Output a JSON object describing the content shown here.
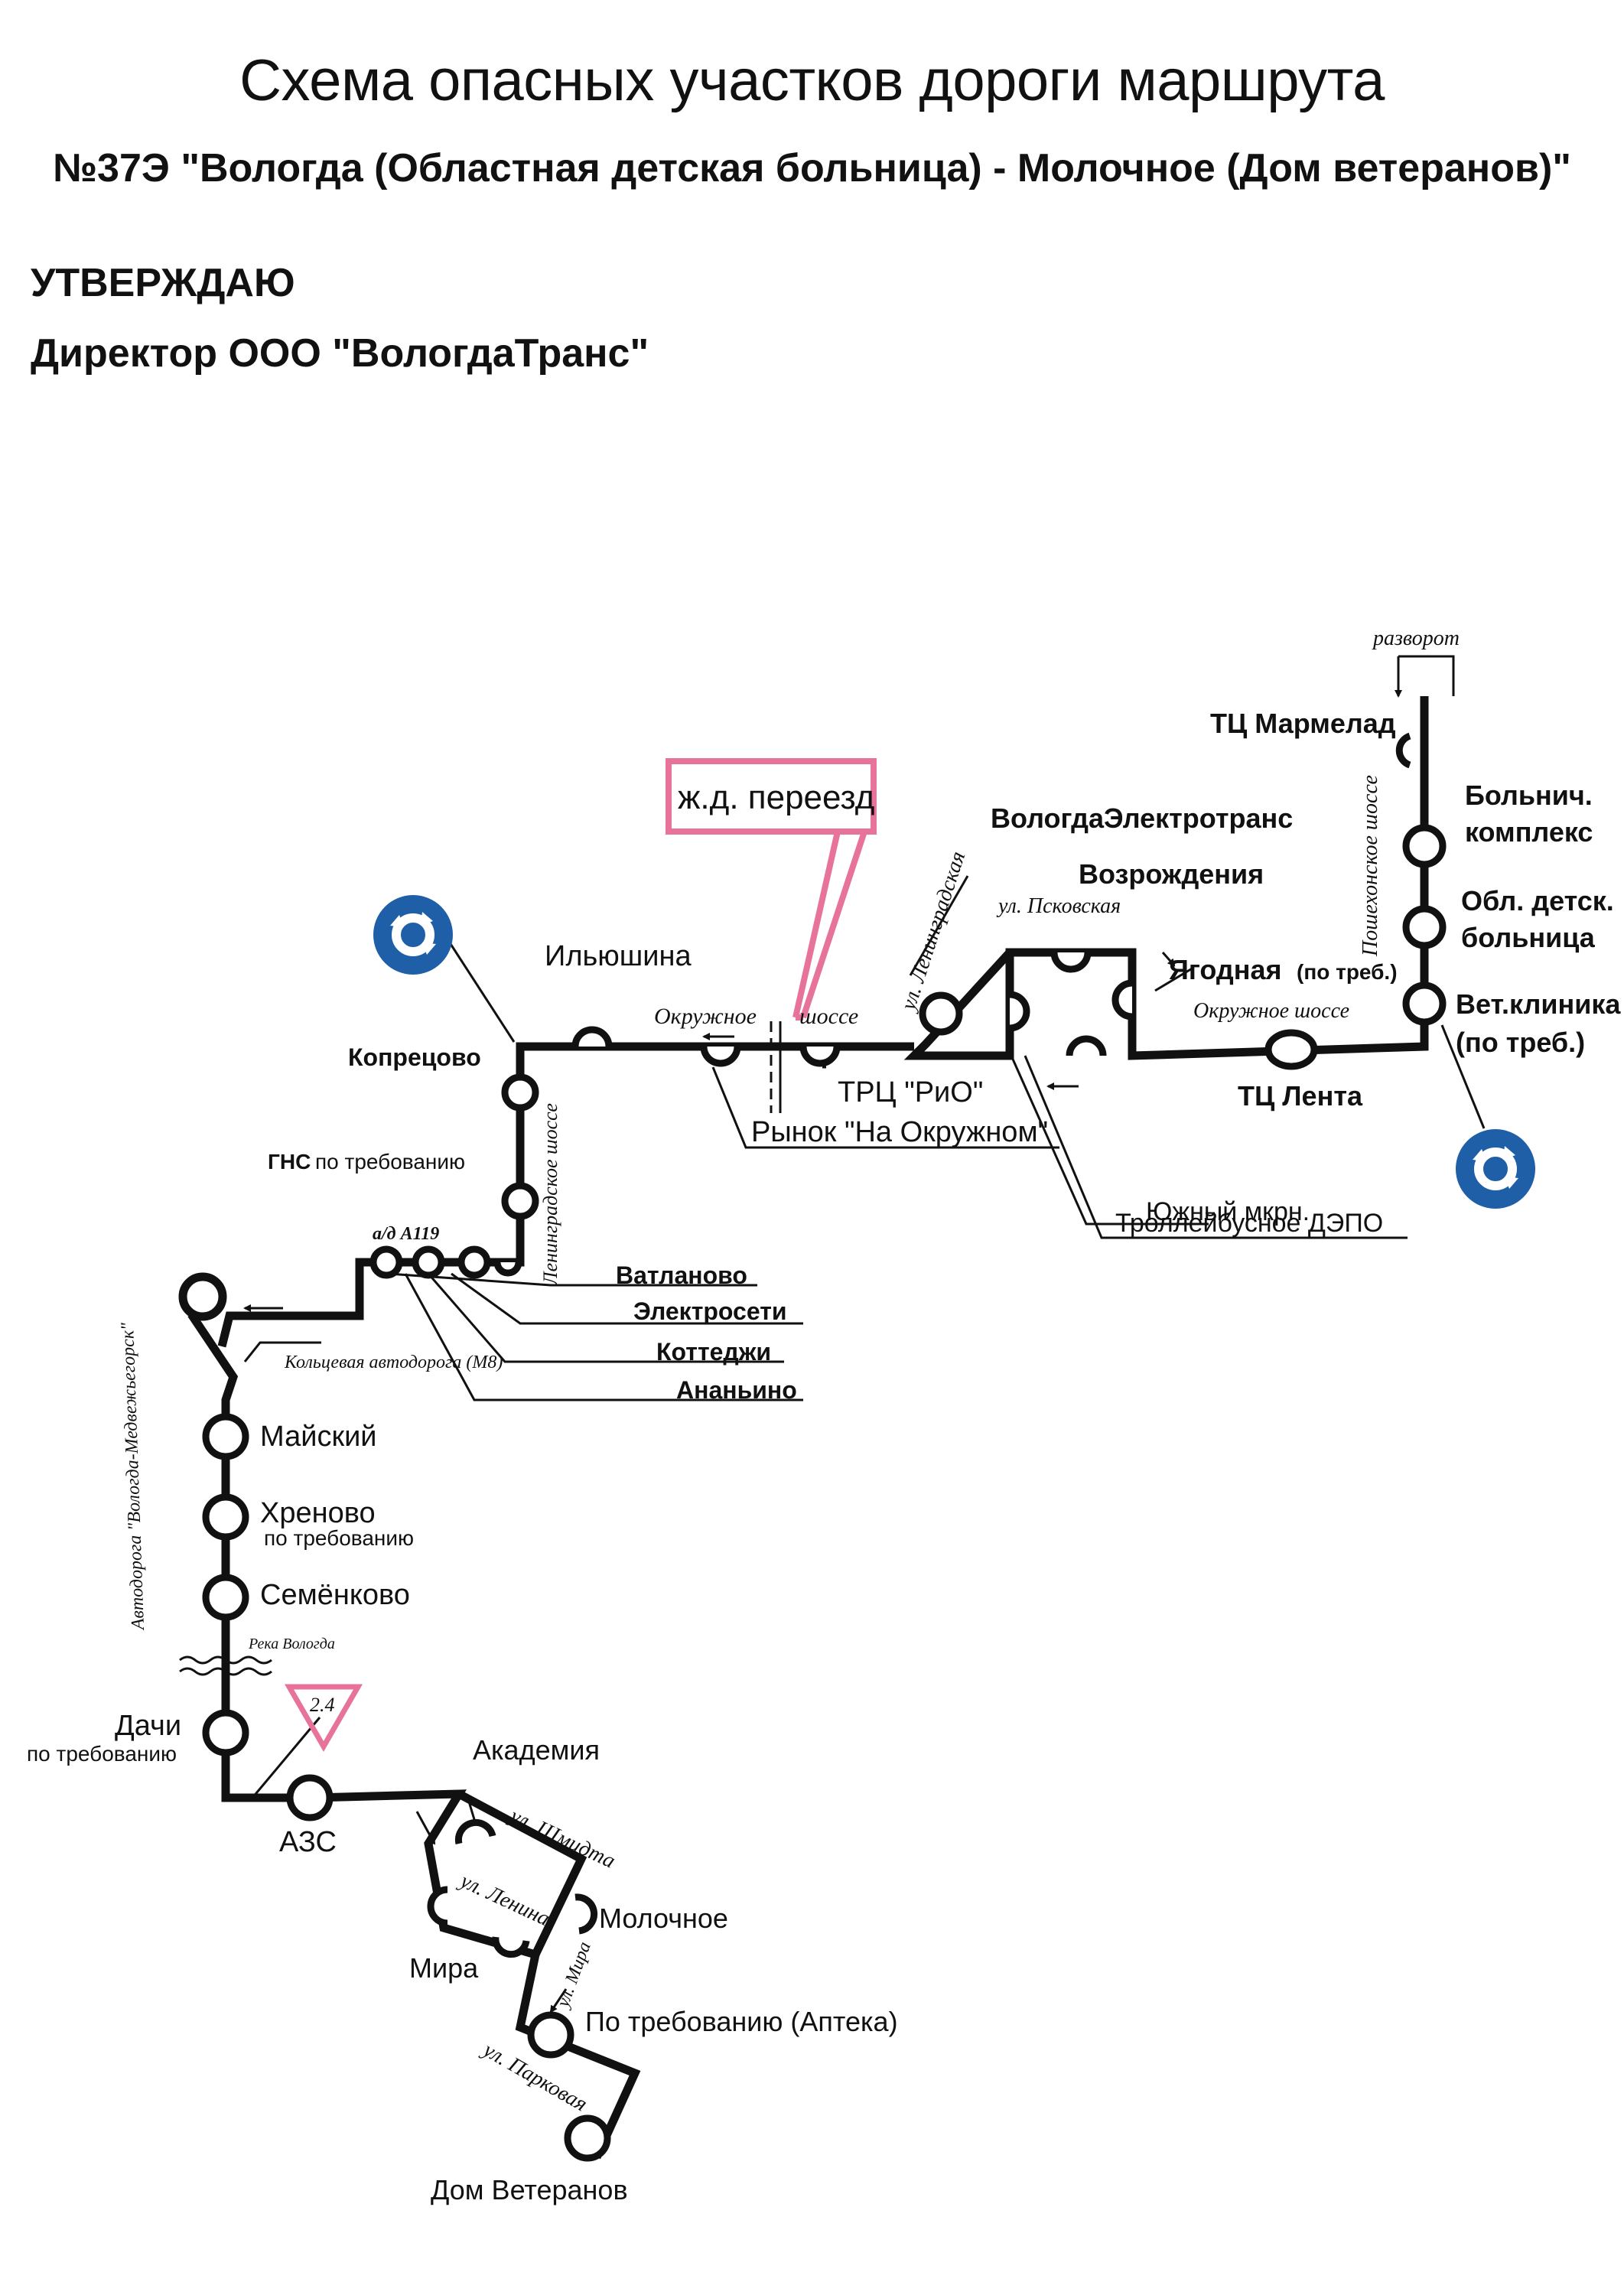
{
  "header": {
    "title": "Схема опасных участков дороги маршрута",
    "route": "№37Э \"Вологда (Областная детская больница) - Молочное (Дом ветеранов)\""
  },
  "approval": {
    "line1": "УТВЕРЖДАЮ",
    "line2": "Директор ООО \"ВологдаТранс\""
  },
  "stops": {
    "mармелад": "ТЦ Мармелад",
    "bolnich1": "Больнич.",
    "bolnich2": "комплекс",
    "obl1": "Обл. детск.",
    "obl2": "больница",
    "vet1": "Вет.клиника",
    "vet2": "(по треб.)",
    "lenta": "ТЦ Лента",
    "yagodnaya": "Ягодная",
    "yagodnaya_note": "(по треб.)",
    "vozrozhdeniya": "Возрождения",
    "elektrotrans": "ВологдаЭлектротранс",
    "yuzhny": "Южный мкрн.",
    "depo": "Троллейбусное ДЭПО",
    "rio": "ТРЦ \"РиО\"",
    "rynok": "Рынок \"На Окружном\"",
    "ilyushina": "Ильюшина",
    "koprecovo": "Копрецово",
    "gns": "ГНС",
    "gns_note": "по требованию",
    "vatlanovo": "Ватланово",
    "elektroseti": "Электросети",
    "kottedzhi": "Коттеджи",
    "ananino": "Ананьино",
    "maysky": "Майский",
    "hrenovo": "Хреново",
    "hrenovo_note": "по требованию",
    "semenkovo": "Семёнково",
    "dachi": "Дачи",
    "dachi_note": "по требованию",
    "azs": "АЗС",
    "akademiya": "Академия",
    "molochnoe": "Молочное",
    "mira": "Мира",
    "apteka": "По требованию (Аптека)",
    "dom_veteranov": "Дом Ветеранов"
  },
  "streets": {
    "razvorot": "разворот",
    "poshekhonskoe": "Пошехонское шоссе",
    "okruzhnoe_east": "Окружное шоссе",
    "pskovskaya": "ул. Псковская",
    "leningradskaya": "ул. Ленинградская",
    "okruzhnoe_w1": "Окружное",
    "okruzhnoe_w2": "шоссе",
    "leningradskoe": "Ленинградское шоссе",
    "a119": "а/д А119",
    "kolcevaya": "Кольцевая автодорога (М8)",
    "vologda_medvezhyegorsk": "Автодорога \"Вологда-Медвежьегорск\"",
    "reka": "Река Вологда",
    "shmidta": "ул. Шмидта",
    "lenina": "ул. Ленина",
    "mira_st": "ул. Мира",
    "parkovaya": "ул. Парковая"
  },
  "hazards": {
    "railway": "ж.д. переезд",
    "sign_number": "2.4"
  },
  "icons": {
    "roundabout": "roundabout-icon",
    "yield": "yield-sign-icon"
  },
  "colors": {
    "route_line": "#111111",
    "roundabout_blue": "#1f5fa8",
    "hazard_pink": "#e8739a"
  }
}
